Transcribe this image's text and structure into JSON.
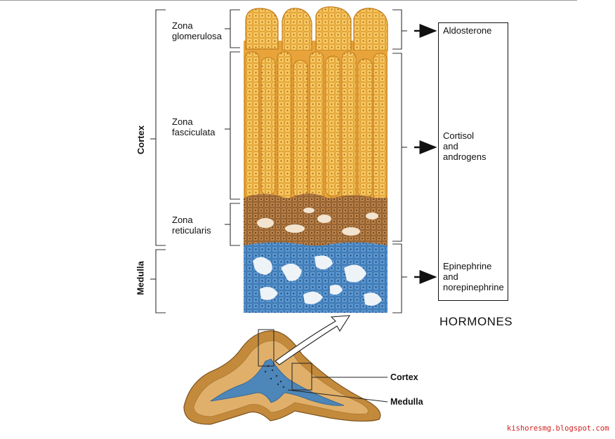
{
  "labels": {
    "glomerulosa": "Zona\nglomerulosa",
    "fasciculata": "Zona\nfasciculata",
    "reticularis": "Zona\nreticularis",
    "cortex_side": "Cortex",
    "medulla_side": "Medulla"
  },
  "hormones": {
    "aldosterone": "Aldosterone",
    "cortisol": "Cortisol\nand\nandrogens",
    "epinephrine": "Epinephrine\nand\nnorepinephrine",
    "title": "HORMONES"
  },
  "gland": {
    "cortex": "Cortex",
    "medulla": "Medulla"
  },
  "credit": "kishoresmg.blogspot.com",
  "colors": {
    "cortex_cell": "#f3b748",
    "reticularis_cell": "#a8713c",
    "medulla_cell": "#4a86c2",
    "gland_outer": "#c48a3c"
  }
}
